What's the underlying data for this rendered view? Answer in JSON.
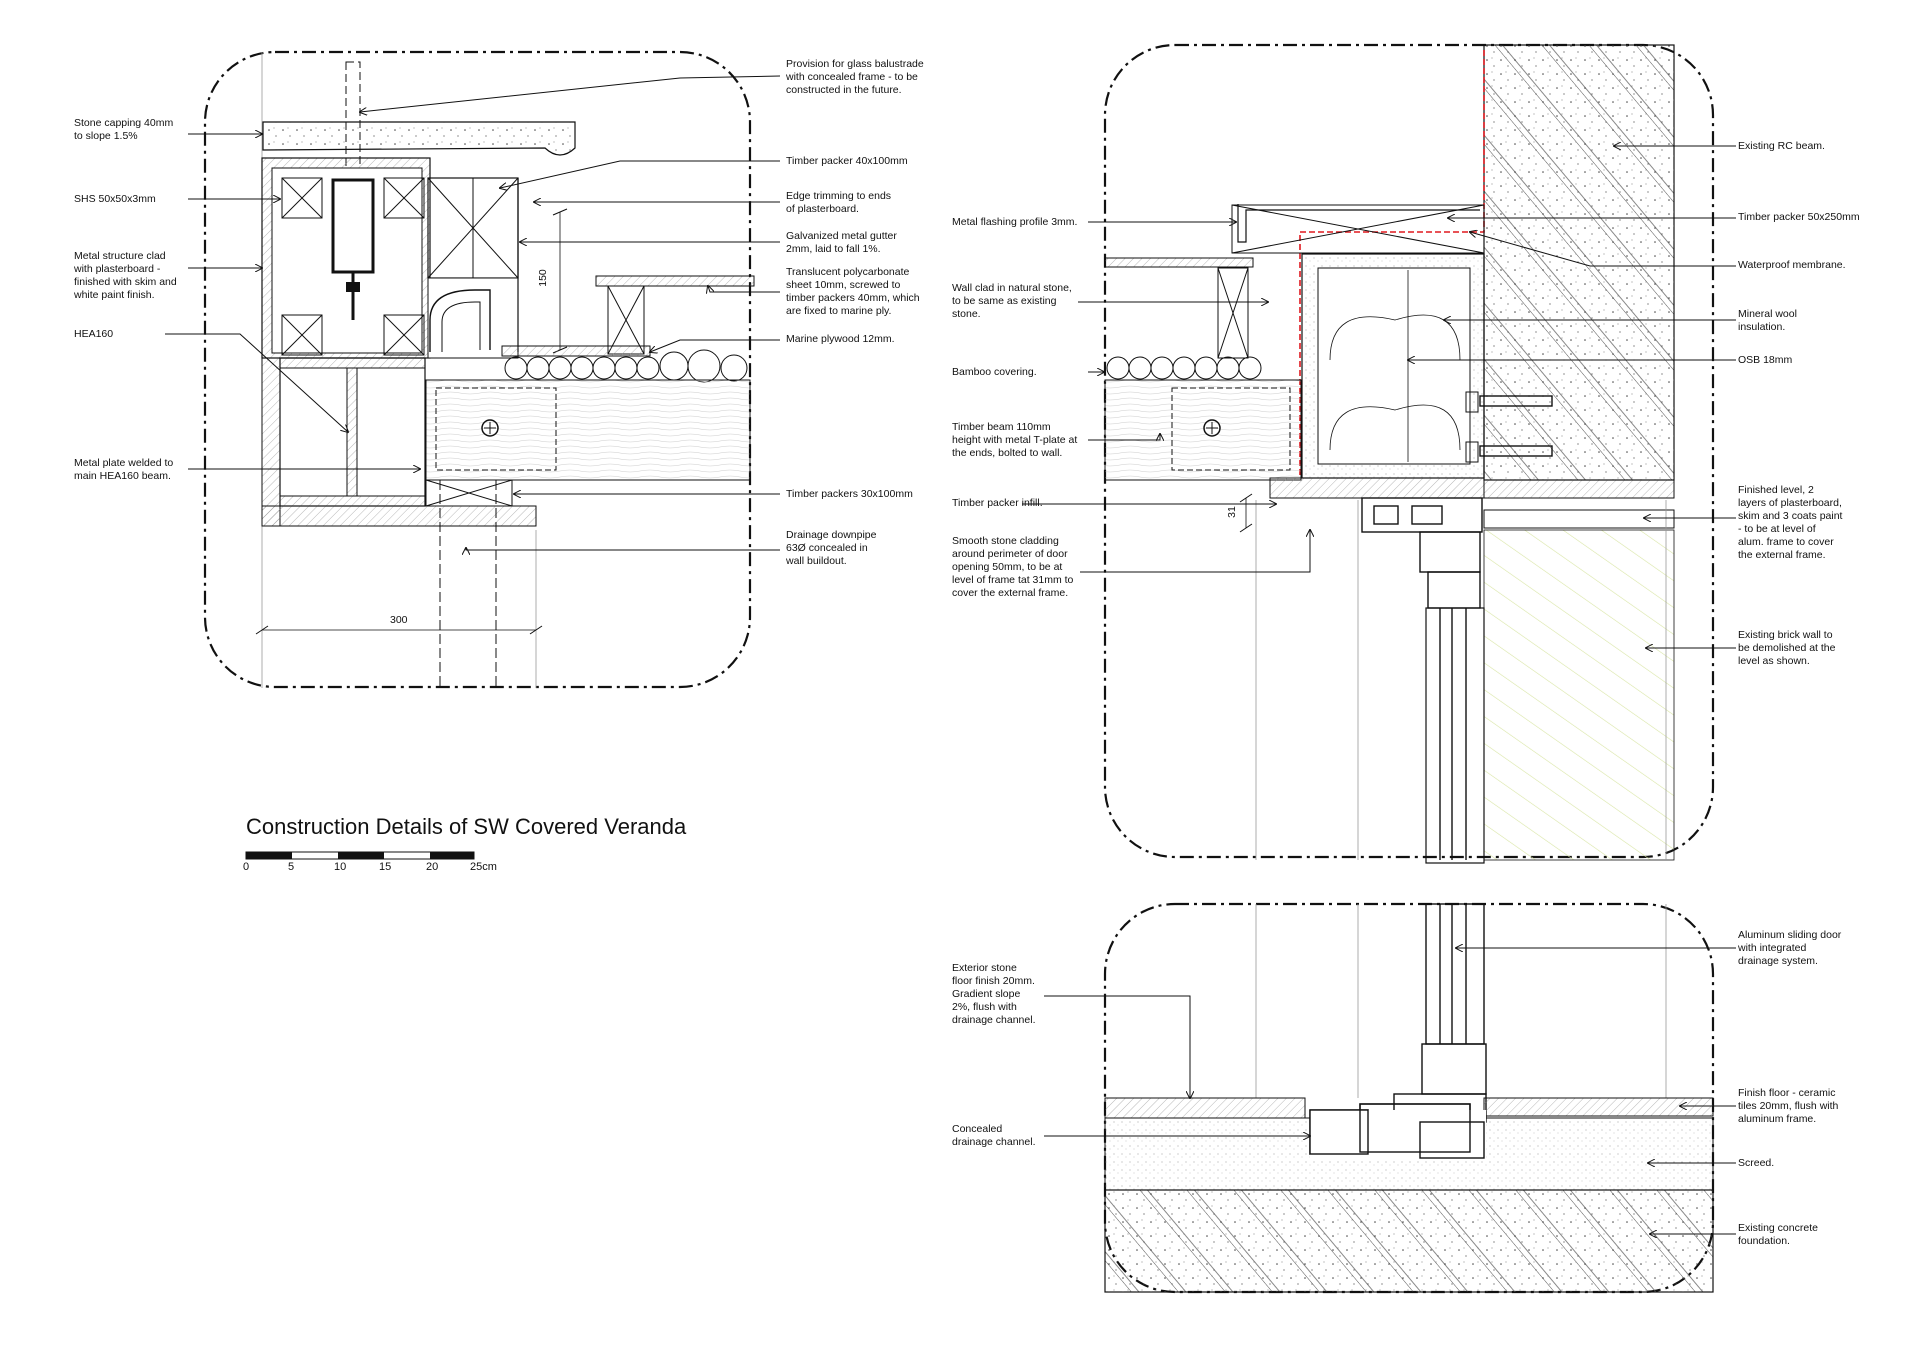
{
  "title": "Construction Details of SW Covered Veranda",
  "scale_bar": {
    "ticks": [
      "0",
      "5",
      "10",
      "15",
      "20",
      "25cm"
    ]
  },
  "dimensions": {
    "width_300": "300",
    "height_150": "150",
    "gap_31": "31"
  },
  "detail_a": {
    "left_labels": [
      "Stone capping 40mm\nto slope 1.5%",
      "SHS 50x50x3mm",
      "Metal structure clad\nwith plasterboard -\nfinished with skim and\nwhite paint finish.",
      "HEA160",
      "Metal plate welded to\nmain HEA160 beam."
    ],
    "right_labels": [
      "Provision for glass balustrade\nwith concealed frame - to be\nconstructed in the future.",
      "Timber packer 40x100mm",
      "Edge trimming to ends\nof plasterboard.",
      "Galvanized metal gutter\n2mm, laid to fall 1%.",
      "Translucent polycarbonate\nsheet 10mm, screwed to\ntimber packers 40mm, which\nare fixed to marine ply.",
      "Marine plywood 12mm.",
      "Timber packers 30x100mm",
      "Drainage downpipe\n63Ø concealed in\nwall buildout."
    ]
  },
  "detail_b": {
    "left_labels": [
      "Metal flashing profile 3mm.",
      "Wall clad in natural stone,\nto be same as existing\nstone.",
      "Bamboo covering.",
      "Timber beam 110mm\nheight with metal T-plate at\nthe ends, bolted to wall.",
      "Timber packer infill.",
      "Smooth stone cladding\naround perimeter of door\nopening 50mm, to be at\nlevel of frame tat 31mm to\ncover the external frame."
    ],
    "right_labels": [
      "Existing RC beam.",
      "Timber packer 50x250mm",
      "Waterproof membrane.",
      "Mineral wool\ninsulation.",
      "OSB 18mm",
      "Finished level, 2\nlayers of plasterboard,\nskim and 3 coats paint\n- to be at level of\nalum. frame to cover\nthe external frame.",
      "Existing brick wall to\nbe demolished at the\nlevel as shown."
    ]
  },
  "detail_c": {
    "left_labels": [
      "Exterior stone\nfloor finish 20mm.\nGradient slope\n2%, flush with\ndrainage channel.",
      "Concealed\ndrainage channel."
    ],
    "right_labels": [
      "Aluminum sliding door\nwith integrated\ndrainage system.",
      "Finish floor - ceramic\ntiles 20mm, flush with\naluminum frame.",
      "Screed.",
      "Existing concrete\nfoundation."
    ]
  },
  "colors": {
    "membrane": "#e0191f",
    "brick_hatch": "#d9e6a6",
    "line": "#111111"
  }
}
